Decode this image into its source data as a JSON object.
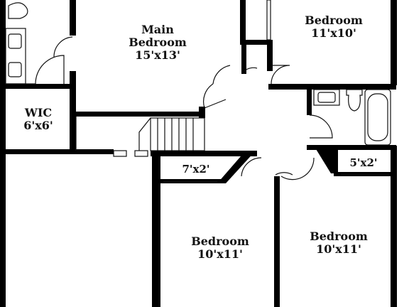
{
  "rooms": {
    "main_bedroom": {
      "name": "Main",
      "name2": "Bedroom",
      "dims": "15'x13'"
    },
    "bedroom_top_right": {
      "name": "Bedroom",
      "dims": "11'x10'"
    },
    "wic": {
      "name": "WIC",
      "dims": "6'x6'"
    },
    "closet_left": {
      "dims": "7'x2'"
    },
    "closet_right": {
      "dims": "5'x2'"
    },
    "bedroom_bottom_left": {
      "name": "Bedroom",
      "dims": "10'x11'"
    },
    "bedroom_bottom_right": {
      "name": "Bedroom",
      "dims": "10'x11'"
    }
  },
  "colors": {
    "wall": "#000000",
    "line": "#111111",
    "background": "#ffffff"
  }
}
